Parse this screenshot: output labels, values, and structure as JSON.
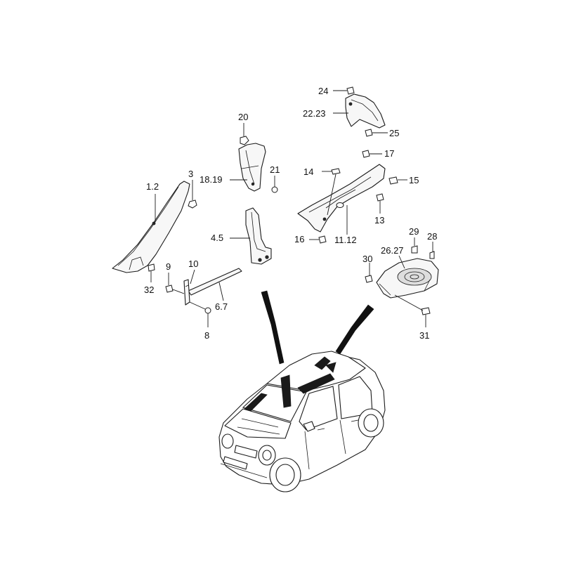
{
  "callouts": {
    "c_1_2": "1.2",
    "c_3": "3",
    "c_4_5": "4.5",
    "c_6_7": "6.7",
    "c_8": "8",
    "c_9": "9",
    "c_10": "10",
    "c_11_12": "11.12",
    "c_13": "13",
    "c_14": "14",
    "c_15": "15",
    "c_16": "16",
    "c_17": "17",
    "c_18_19": "18.19",
    "c_20": "20",
    "c_21": "21",
    "c_22_23": "22.23",
    "c_24": "24",
    "c_25": "25",
    "c_26_27": "26.27",
    "c_28": "28",
    "c_29": "29",
    "c_30": "30",
    "c_31": "31",
    "c_32": "32"
  },
  "colors": {
    "line": "#1a1a1a",
    "fill": "#f7f7f7",
    "background": "#ffffff"
  }
}
